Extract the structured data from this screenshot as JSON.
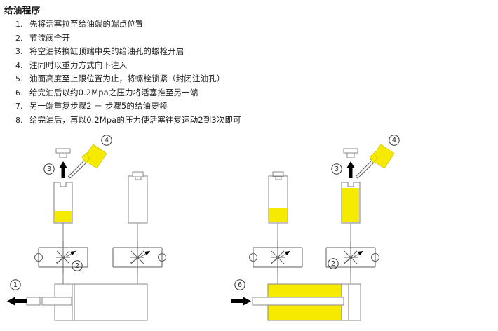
{
  "document": {
    "title": "给油程序",
    "steps": [
      {
        "num": "1.",
        "text": "先将活塞拉至给油端的端点位置"
      },
      {
        "num": "2.",
        "text": "节流阀全开"
      },
      {
        "num": "3.",
        "text": "将空油转换缸顶端中央的给油孔的螺栓开启"
      },
      {
        "num": "4.",
        "text": "注同时以重力方式向下注入"
      },
      {
        "num": "5.",
        "text": "油面高度至上限位置为止，将螺栓锁紧（封闭注油孔）"
      },
      {
        "num": "6.",
        "text": "给完油后以约0.2Mpa之压力将活塞推至另一端"
      },
      {
        "num": "7.",
        "text": "另一端重复步骤2 － 步骤5的给油要领"
      },
      {
        "num": "8.",
        "text": "给完油后，再以0.2Mpa的压力使活塞往复运动2到3次即可"
      }
    ]
  },
  "diagram_left": {
    "name": "left-hydraulic-schematic",
    "callouts": {
      "piston_pull": "1",
      "throttle_valve": "2",
      "fill_plug": "3",
      "oil_can": "4"
    },
    "arrow_direction": "left",
    "left_tank_state": "partially-filled-open-port",
    "right_tank_state": "empty-capped",
    "cylinder_state": "piston-at-left-end"
  },
  "diagram_right": {
    "name": "right-hydraulic-schematic",
    "callouts": {
      "piston_push": "6",
      "throttle_valve": "2",
      "fill_plug": "3",
      "oil_can": "4"
    },
    "arrow_direction": "right",
    "left_tank_state": "partially-filled-capped",
    "right_tank_state": "nearly-full-open-port",
    "cylinder_state": "piston-at-right-end-oil-filled"
  },
  "colors": {
    "oil_yellow": "#f5ea00",
    "outline_gray": "#8a8a8a",
    "text_dark": "#1c1c1c",
    "arrow_black": "#000000"
  }
}
